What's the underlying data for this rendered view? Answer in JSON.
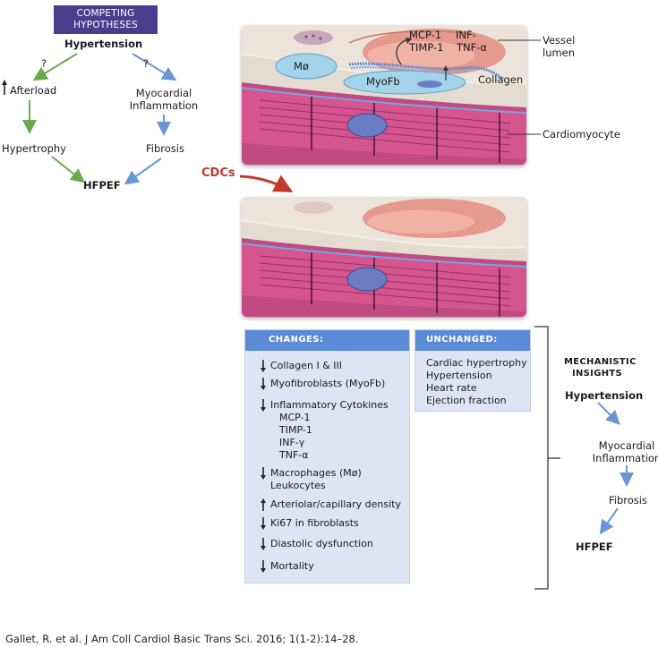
{
  "competing": {
    "title_line1": "COMPETING",
    "title_line2": "HYPOTHESES",
    "hypertension": "Hypertension",
    "question_left": "?",
    "question_right": "?",
    "afterload": "Afterload",
    "myocardial_line1": "Myocardial",
    "myocardial_line2": "Inflammation",
    "hypertrophy": "Hypertrophy",
    "fibrosis": "Fibrosis",
    "hfpef": "HFPEF"
  },
  "illustration": {
    "mcp1": "MCP-1",
    "inf": "INF-",
    "timp1": "TIMP-1",
    "tnf": "TNF-α",
    "vessel_lumen_line1": "Vessel",
    "vessel_lumen_line2": "lumen",
    "macrophage": "Mø",
    "myofb": "MyoFb",
    "collagen": "Collagen",
    "cardiomyocyte": "Cardiomyocyte"
  },
  "treatment_label": "CDCs",
  "changes": {
    "header": "CHANGES:",
    "items": [
      {
        "direction": "down",
        "text": "Collagen I & III"
      },
      {
        "direction": "down",
        "text": "Myofibroblasts (MyoFb)"
      },
      {
        "direction": "down",
        "text": "Inflammatory Cytokines"
      },
      {
        "direction": "down",
        "text": "Macrophages (Mø)"
      },
      {
        "direction": "up",
        "text": "Arteriolar/capillary density"
      },
      {
        "direction": "down",
        "text": "Ki67 in fibroblasts"
      },
      {
        "direction": "down",
        "text": "Diastolic dysfunction"
      },
      {
        "direction": "down",
        "text": "Mortality"
      }
    ],
    "cytokines": [
      "MCP-1",
      "TIMP-1",
      "INF-γ",
      "TNF-α"
    ],
    "leukocytes": "Leukocytes"
  },
  "unchanged": {
    "header": "UNCHANGED:",
    "items": [
      "Cardiac hypertrophy",
      "Hypertension",
      "Heart rate",
      "Ejection fraction"
    ]
  },
  "mechanistic": {
    "title_line1": "MECHANISTIC",
    "title_line2": "INSIGHTS",
    "hypertension": "Hypertension",
    "myocardial_line1": "Myocardial",
    "myocardial_line2": "Inflammation",
    "fibrosis": "Fibrosis",
    "hfpef": "HFPEF"
  },
  "citation": "Gallet, R. et al. J Am Coll Cardiol Basic Trans Sci. 2016; 1(1-2):14–28.",
  "colors": {
    "purple_header": "#4b3d8c",
    "green_arrow": "#6ba84f",
    "blue_arrow": "#6b96d6",
    "cdc_red": "#c0392b",
    "box_bg": "#dde5f4",
    "box_header": "#5b8ad6"
  }
}
